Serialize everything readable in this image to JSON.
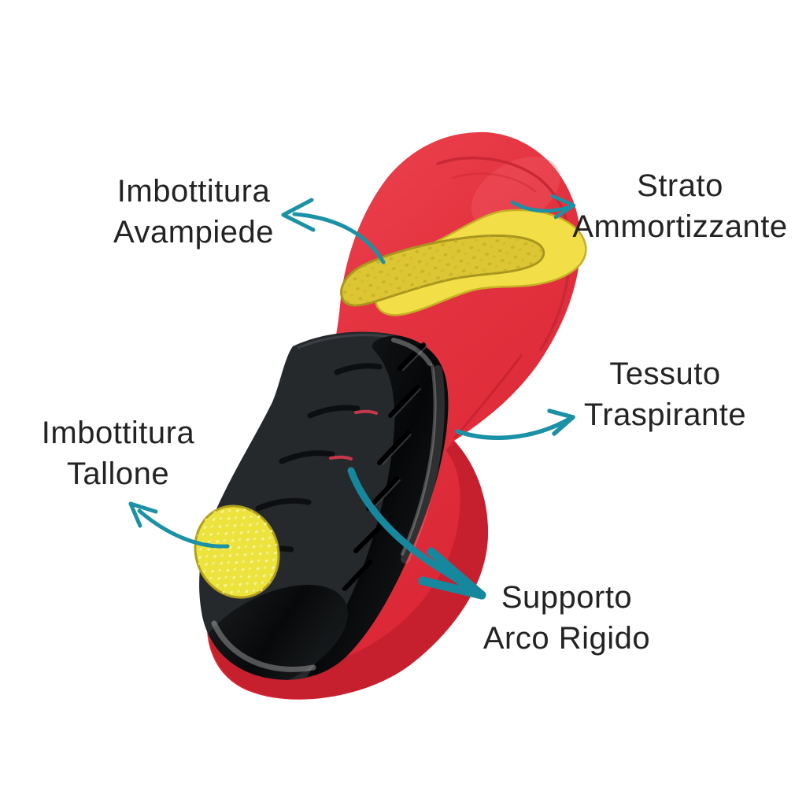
{
  "diagram": {
    "background_color": "#ffffff",
    "text_color": "#232323",
    "arrow_color": "#1b91a5",
    "insole_colors": {
      "red_body": "#e43440",
      "red_rim": "#c6202f",
      "yellow_pad_smooth": "#f2de47",
      "yellow_pad_textured": "#ddc634",
      "arch_black_matte": "#26292c",
      "arch_black_glossy": "#0b0d0f",
      "heel_pad_yellow": "#ece33d"
    },
    "labels": {
      "forefoot_padding": {
        "line1": "Imbottitura",
        "line2": "Avampiede"
      },
      "cushioning_layer": {
        "line1": "Strato",
        "line2": "Ammortizzante"
      },
      "breathable_fabric": {
        "line1": "Tessuto",
        "line2": "Traspirante"
      },
      "heel_padding": {
        "line1": "Imbottitura",
        "line2": "Tallone"
      },
      "rigid_arch_support": {
        "line1": "Supporto",
        "line2": "Arco Rigido"
      }
    }
  }
}
